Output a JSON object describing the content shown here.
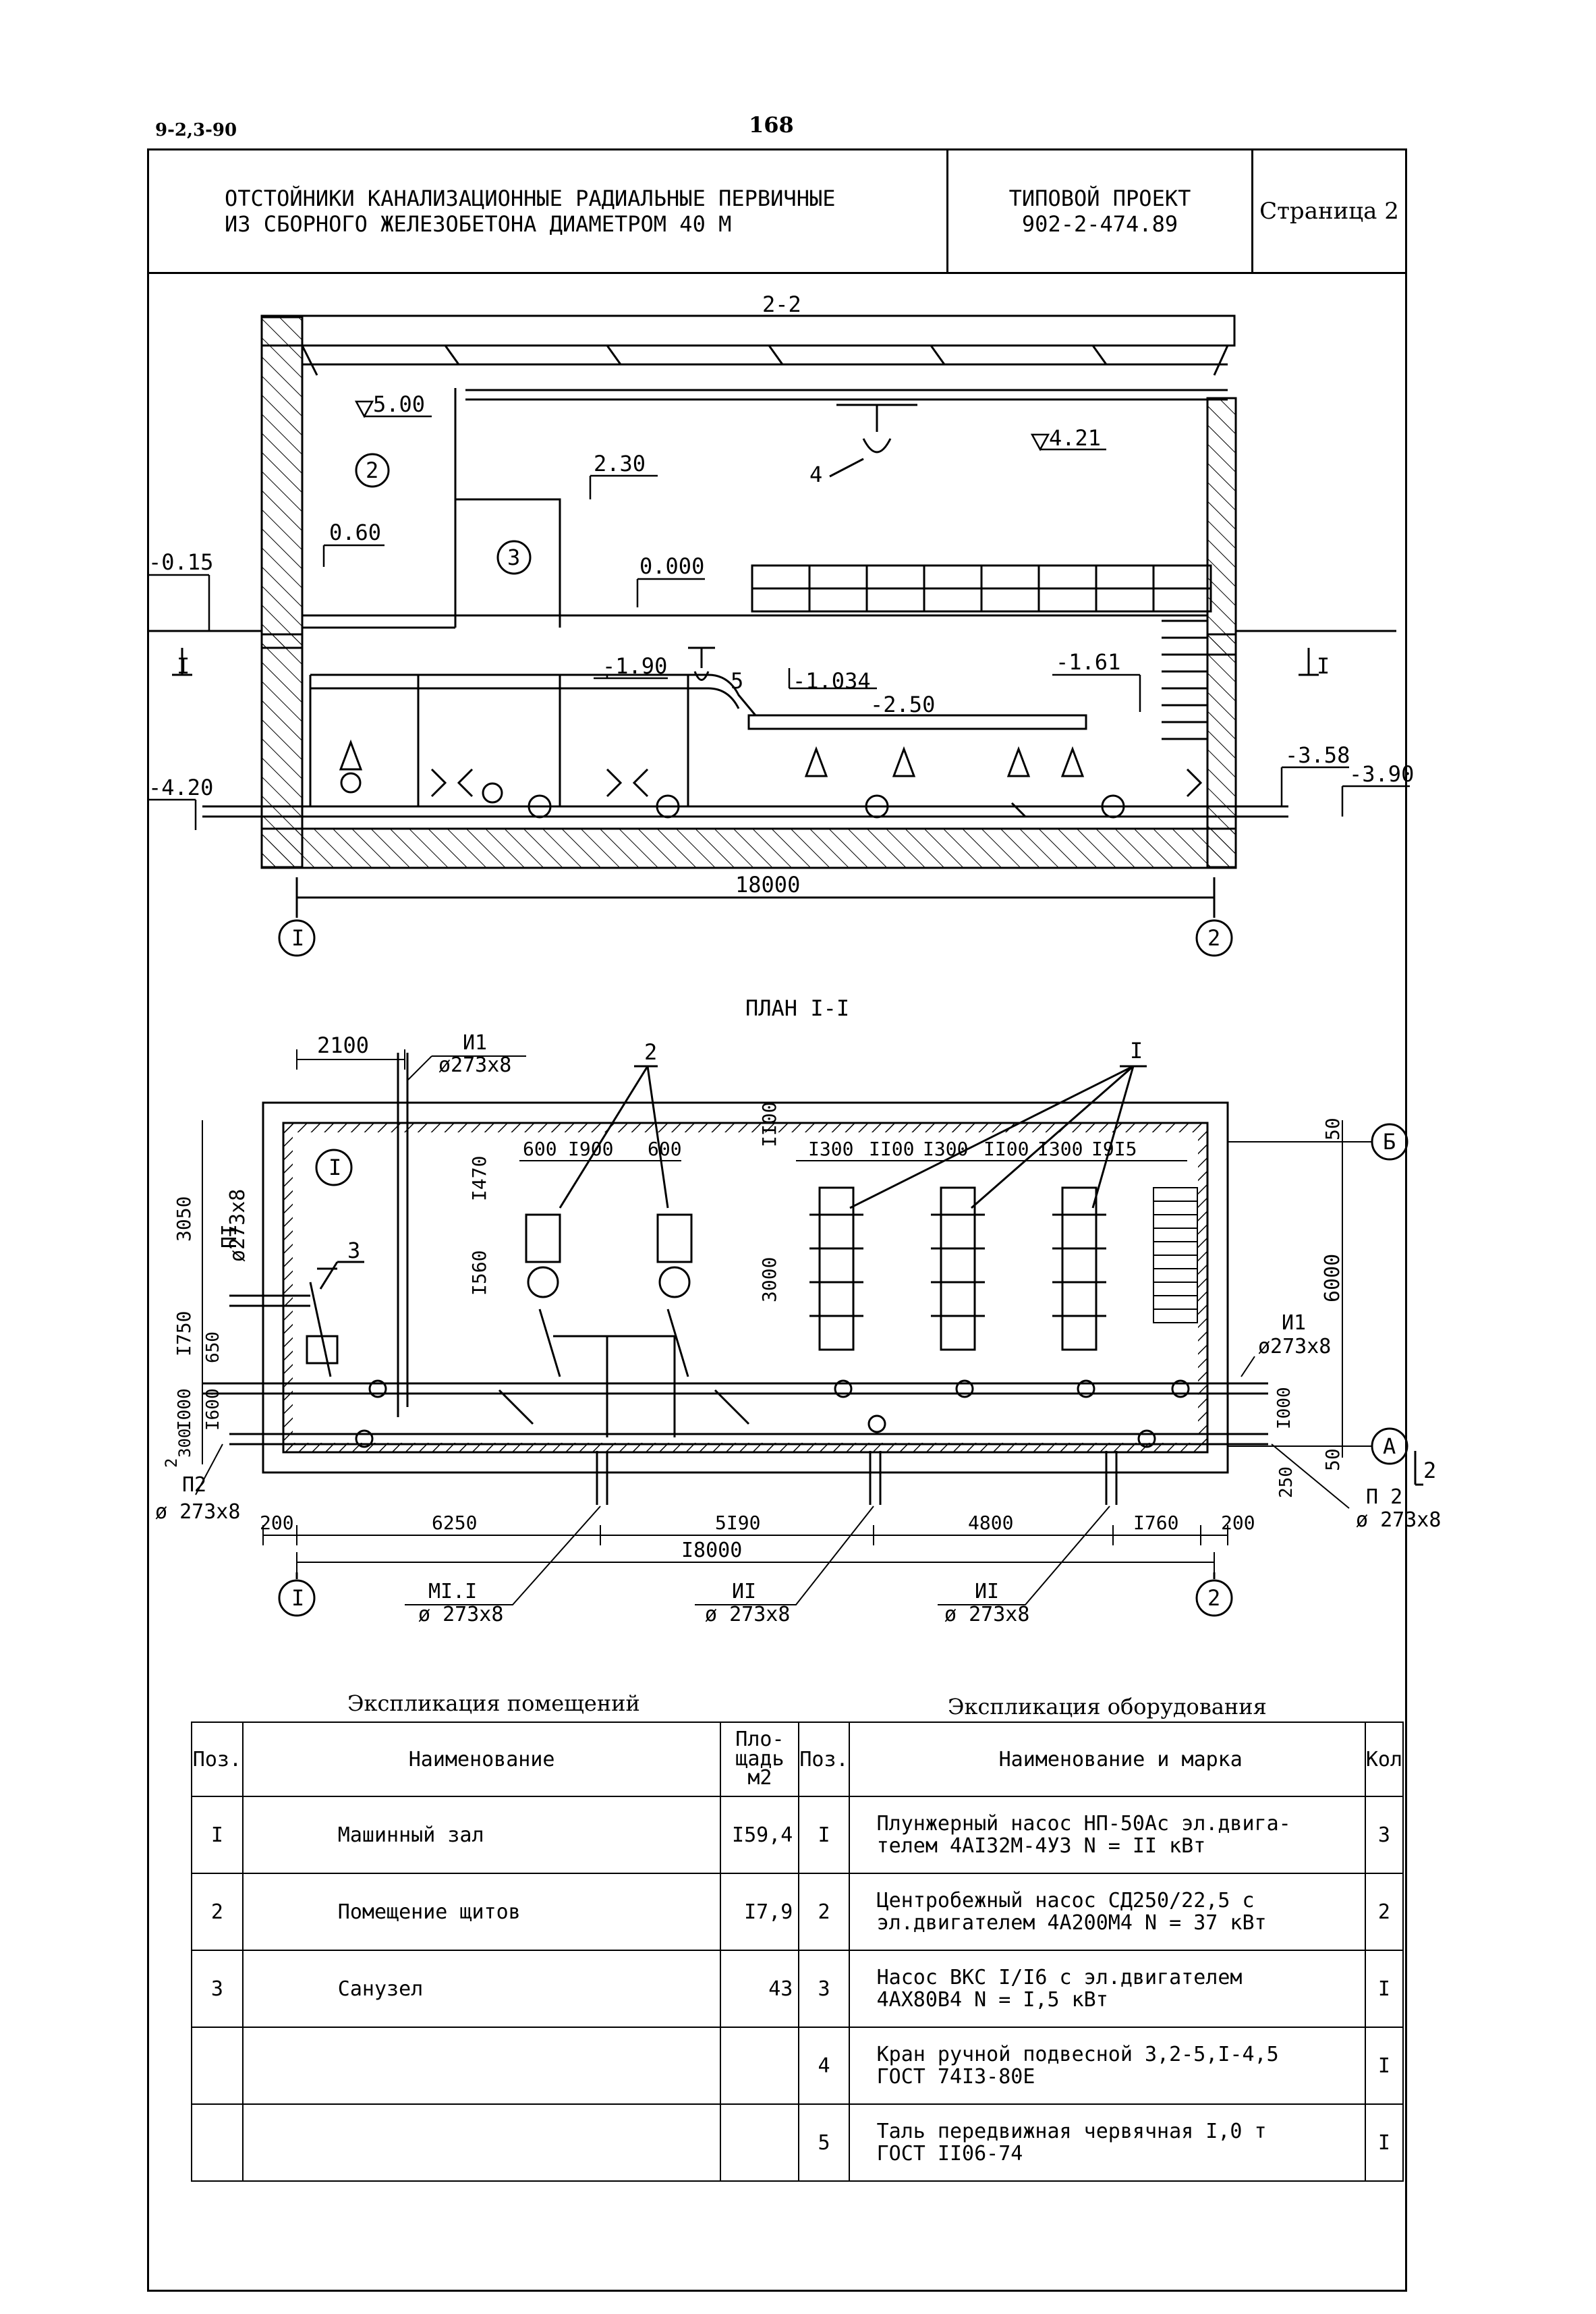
{
  "header": {
    "code": "9-2,3-90",
    "page_number": "168"
  },
  "title_block": {
    "title_line1": "ОТСТОЙНИКИ КАНАЛИЗАЦИОННЫЕ РАДИАЛЬНЫЕ ПЕРВИЧНЫЕ",
    "title_line2": "ИЗ СБОРНОГО ЖЕЛЕЗОБЕТОНА ДИАМЕТРОМ 40 М",
    "project_line1": "ТИПОВОЙ ПРОЕКТ",
    "project_line2": "902-2-474.89",
    "page_label": "Страница 2"
  },
  "section": {
    "title": "2-2",
    "elevations": {
      "e500": "5.00",
      "e421": "4.21",
      "e230": "2.30",
      "e060": "0.60",
      "e0000": "0.000",
      "m015": "-0.15",
      "m190": "-1.90",
      "m1034": "-1.034",
      "m161": "-1.61",
      "m250": "-2.50",
      "m358": "-3.58",
      "m390": "-3.90",
      "m420": "-4.20"
    },
    "room_markers": {
      "r2": "2",
      "r3": "3"
    },
    "callouts": {
      "c4": "4",
      "c5": "5",
      "section_left": "I",
      "section_right": "I"
    },
    "dimension": "18000",
    "axes": {
      "left": "I",
      "right": "2"
    }
  },
  "plan": {
    "title": "ПЛАН I-I",
    "room_marker": "I",
    "callouts": {
      "c1": "I",
      "c2": "2",
      "c3": "3"
    },
    "dims_top": {
      "d2100": "2100",
      "d600a": "600",
      "d1900": "I900",
      "d600b": "600",
      "d1100": "II00",
      "d1300a": "I300",
      "d1100b": "II00",
      "d1300b": "I300",
      "d1100c": "II00",
      "d1300c": "I300",
      "d1915": "I9I5"
    },
    "dims_vertical": {
      "d1470": "I470",
      "d1560": "I560",
      "d3000": "3000",
      "d3050": "3050",
      "d1750": "I750",
      "d650": "650",
      "d1000": "I000",
      "d1600": "I600",
      "d300": "300",
      "d6000": "6000",
      "d50a": "50",
      "d50b": "50",
      "d250": "250",
      "d1000r": "I000",
      "d2": "2"
    },
    "dims_bottom": {
      "d200a": "200",
      "d6250": "6250",
      "d5190": "5I90",
      "d4800": "4800",
      "d1760": "I760",
      "d200b": "200",
      "d18000": "I8000"
    },
    "pipe_labels": {
      "i1_top": "И1",
      "i1_top_d": "ø273x8",
      "p1": "ПI",
      "p1_d": "ø273x8",
      "p2_left": "П2",
      "p2_left_d": "ø 273x8",
      "i1_right": "И1",
      "i1_right_d": "ø273x8",
      "p2_right": "П 2",
      "p2_right_d": "ø 273x8",
      "m11": "МI.I",
      "m11_d": "ø 273x8",
      "i1_b1": "ИI",
      "i1_b1_d": "ø 273x8",
      "i1_b2": "ИI",
      "i1_b2_d": "ø 273x8"
    },
    "axes": {
      "b": "Б",
      "a": "А",
      "left": "I",
      "right": "2",
      "sec_mark": "2"
    }
  },
  "rooms_table": {
    "title": "Экспликация помещений",
    "headers": {
      "pos": "Поз.",
      "name": "Наименование",
      "area_1": "Пло-",
      "area_2": "щадь",
      "area_3": "м2"
    },
    "rows": [
      {
        "pos": "I",
        "name": "Машинный зал",
        "area": "I59,4"
      },
      {
        "pos": "2",
        "name": "Помещение щитов",
        "area": "I7,9"
      },
      {
        "pos": "3",
        "name": "Санузел",
        "area": "43"
      }
    ]
  },
  "equipment_table": {
    "title": "Экспликация оборудования",
    "headers": {
      "pos": "Поз.",
      "name": "Наименование и марка",
      "qty": "Кол"
    },
    "rows": [
      {
        "pos": "I",
        "line1": "Плунжерный насос НП-50Ас эл.двига-",
        "line2": "телем 4АI32М-4УЗ N = II кВт",
        "qty": "3"
      },
      {
        "pos": "2",
        "line1": "Центробежный насос СД250/22,5 с",
        "line2": "эл.двигателем 4А200М4 N = 37 кВт",
        "qty": "2"
      },
      {
        "pos": "3",
        "line1": "Насос ВКС I/I6 с эл.двигателем",
        "line2": "4АХ80В4 N = I,5 кВт",
        "qty": "I"
      },
      {
        "pos": "4",
        "line1": "Кран ручной подвесной 3,2-5,I-4,5",
        "line2": "ГОСТ 74I3-80Е",
        "qty": "I"
      },
      {
        "pos": "5",
        "line1": "Таль передвижная червячная I,0 т",
        "line2": "ГОСТ II06-74",
        "qty": "I"
      }
    ]
  }
}
